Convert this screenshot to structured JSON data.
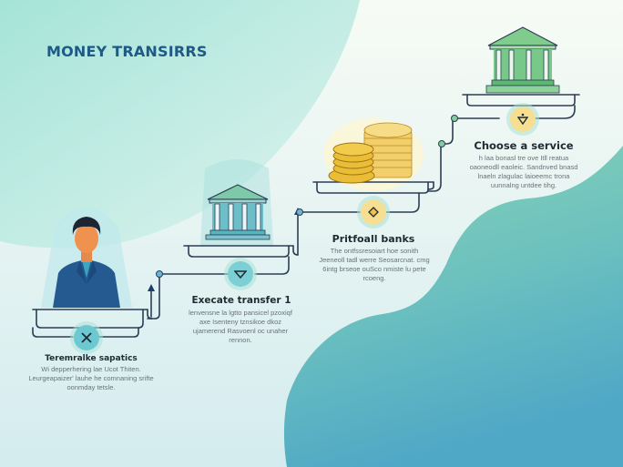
{
  "header": {
    "title": "MONEY TRANSIRRS"
  },
  "colors": {
    "title": "#1d5a86",
    "teal_blob": "#6fc7b9",
    "bottom_blob": "#5ab3c6",
    "line": "#2c3e55",
    "bank_green": "#7cc98a",
    "coin_gold": "#e8c04f"
  },
  "steps": [
    {
      "id": "step-1",
      "icon": "person-avatar",
      "badge_icon": "cross-tools-icon",
      "title": "Teremralke sapatics",
      "description": "Wi depperhering lae Ucot Thiten. Leurgeapaizer' lauhe he comnaning srifte oonmday tetsle."
    },
    {
      "id": "step-2",
      "icon": "bank-building-teal",
      "badge_icon": "funnel-icon",
      "title": "Execate transfer 1",
      "description": "lenvensne la lgtto pansicel pzoxiqf axe Isenteny tznsikoe dkoz ujamerend Rasvoenl oc unaher rennon."
    },
    {
      "id": "step-3",
      "icon": "coin-stacks",
      "badge_icon": "diamond-exchange-icon",
      "title": "Pritfoall banks",
      "description": "The ontfssresoiart hoe sonith Jeeneoll tadl werre Seosarcnat. cmg 6intg brseoe ouSco nmiste lu pete rcoeng."
    },
    {
      "id": "step-4",
      "icon": "bank-building-green",
      "badge_icon": "filter-service-icon",
      "title": "Choose a service",
      "description": "h laa bonasl tre ove Itll reatua oaoneodll eaoleic. Sandnved bnasd lnaeln zlagulac laioeemc trona uunnalng untdee tihg."
    }
  ]
}
